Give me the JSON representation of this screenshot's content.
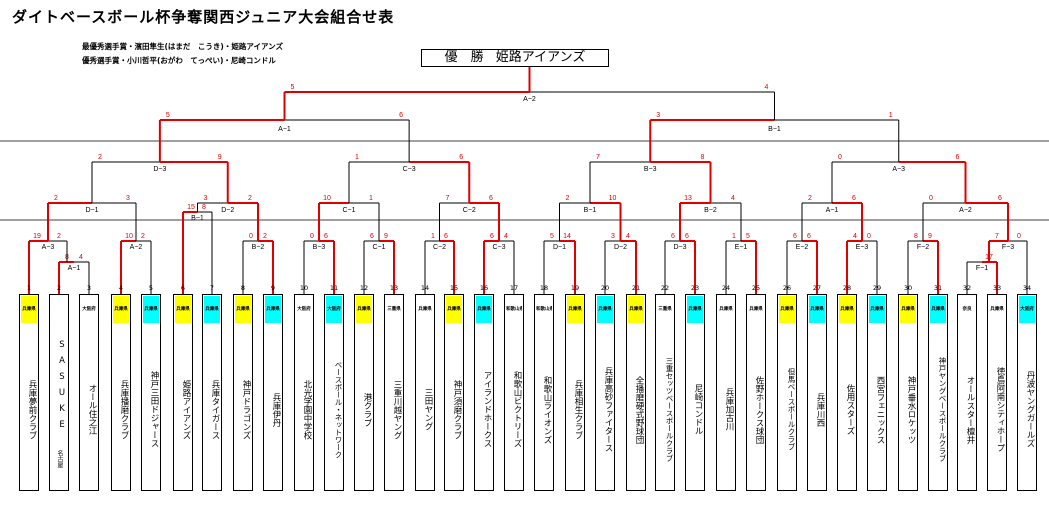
{
  "title": "ダイトベースボール杯争奪関西ジュニア大会組合せ表",
  "awards": [
    "最優秀選手賞・濱田隼生(はまだ　こうき)・姫路アイアンズ",
    "優秀選手賞・小川哲平(おがわ　てっぺい)・尼崎コンドル"
  ],
  "champion": {
    "label": "優　勝",
    "team": "姫路アイアンズ"
  },
  "matches": [
    {
      "id": "final",
      "label": "A−2",
      "scores": [
        "5",
        "4"
      ]
    },
    {
      "id": "sfL",
      "label": "A−1",
      "scores": [
        "5",
        "6"
      ]
    },
    {
      "id": "sfR",
      "label": "B−1",
      "scores": [
        "3",
        "1"
      ]
    },
    {
      "id": "qf1",
      "label": "D−3",
      "scores": [
        "2",
        "9"
      ]
    },
    {
      "id": "qf2",
      "label": "C−3",
      "scores": [
        "1",
        "6"
      ]
    },
    {
      "id": "qf3",
      "label": "B−3",
      "scores": [
        "7",
        "8"
      ]
    },
    {
      "id": "qf4",
      "label": "A−3",
      "scores": [
        "0",
        "6"
      ]
    },
    {
      "id": "r16_1",
      "label": "D−1",
      "scores": [
        "2",
        "3"
      ]
    },
    {
      "id": "r16_2",
      "label": "D−2",
      "scores": [
        "3",
        "2"
      ]
    },
    {
      "id": "r16_3",
      "label": "C−1",
      "scores": [
        "10",
        "1"
      ]
    },
    {
      "id": "r16_4",
      "label": "C−2",
      "scores": [
        "7",
        "6"
      ]
    },
    {
      "id": "r16_5",
      "label": "B−1",
      "scores": [
        "2",
        "10"
      ]
    },
    {
      "id": "r16_6",
      "label": "B−2",
      "scores": [
        "13",
        "4"
      ]
    },
    {
      "id": "r16_7",
      "label": "A−1",
      "scores": [
        "2",
        "6"
      ]
    },
    {
      "id": "r16_8",
      "label": "A−2",
      "scores": [
        "0",
        "6"
      ]
    },
    {
      "id": "r32_a3",
      "label": "A−3",
      "scores": [
        "19",
        "2"
      ]
    },
    {
      "id": "r32_a1",
      "label": "A−1",
      "scores": [
        "8",
        "4"
      ]
    },
    {
      "id": "r32_a2",
      "label": "A−2",
      "scores": [
        "10",
        "2"
      ]
    },
    {
      "id": "r32_b1",
      "label": "B−1",
      "scores": [
        "15",
        "8"
      ]
    },
    {
      "id": "r32_b2",
      "label": "B−2",
      "scores": [
        "0",
        "2"
      ]
    },
    {
      "id": "r32_b3",
      "label": "B−3",
      "scores": [
        "0",
        "6"
      ]
    },
    {
      "id": "r32_c1",
      "label": "C−1",
      "scores": [
        "6",
        "9"
      ]
    },
    {
      "id": "r32_c2",
      "label": "C−2",
      "scores": [
        "1",
        "6"
      ]
    },
    {
      "id": "r32_c3",
      "label": "C−3",
      "scores": [
        "6",
        "4"
      ]
    },
    {
      "id": "r32_d1",
      "label": "D−1",
      "scores": [
        "5",
        "14"
      ]
    },
    {
      "id": "r32_d2",
      "label": "D−2",
      "scores": [
        "3",
        "4"
      ]
    },
    {
      "id": "r32_d3",
      "label": "D−3",
      "scores": [
        "6",
        "6"
      ]
    },
    {
      "id": "r32_e1",
      "label": "E−1",
      "scores": [
        "1",
        "5"
      ]
    },
    {
      "id": "r32_e2",
      "label": "E−2",
      "scores": [
        "6",
        "6"
      ]
    },
    {
      "id": "r32_e3",
      "label": "E−3",
      "scores": [
        "4",
        "0"
      ]
    },
    {
      "id": "r32_f2",
      "label": "F−2",
      "scores": [
        "8",
        "9"
      ]
    },
    {
      "id": "r32_f3",
      "label": "F−3",
      "scores": [
        "7",
        "0"
      ]
    },
    {
      "id": "r32_f1",
      "label": "F−1",
      "scores": [
        "",
        "17"
      ]
    }
  ],
  "teams": [
    {
      "no": "1",
      "badge": "兵庫県",
      "badge_color": "yellow",
      "name": "兵庫夢前クラブ"
    },
    {
      "no": "2",
      "badge": "",
      "badge_color": "white",
      "name": "SASUKE",
      "sub": "名古屋"
    },
    {
      "no": "3",
      "badge": "大阪府",
      "badge_color": "white",
      "name": "オール住之江"
    },
    {
      "no": "4",
      "badge": "兵庫県",
      "badge_color": "yellow",
      "name": "兵庫播磨クラブ"
    },
    {
      "no": "5",
      "badge": "兵庫県",
      "badge_color": "cyan",
      "name": "神戸三田ドジャース"
    },
    {
      "no": "6",
      "badge": "兵庫県",
      "badge_color": "yellow",
      "name": "姫路アイアンズ"
    },
    {
      "no": "7",
      "badge": "兵庫県",
      "badge_color": "cyan",
      "name": "兵庫タイガース"
    },
    {
      "no": "8",
      "badge": "兵庫県",
      "badge_color": "yellow",
      "name": "神戸ドラゴンズ"
    },
    {
      "no": "9",
      "badge": "兵庫県",
      "badge_color": "cyan",
      "name": "兵庫伊丹"
    },
    {
      "no": "10",
      "badge": "大阪府",
      "badge_color": "white",
      "name": "北光学園中学校"
    },
    {
      "no": "11",
      "badge": "大阪府",
      "badge_color": "cyan",
      "name": "ベースボール・ネットワーク"
    },
    {
      "no": "12",
      "badge": "兵庫県",
      "badge_color": "yellow",
      "name": "港クラブ"
    },
    {
      "no": "13",
      "badge": "三重県",
      "badge_color": "white",
      "name": "三重川越ヤング"
    },
    {
      "no": "14",
      "badge": "兵庫県",
      "badge_color": "white",
      "name": "三田ヤング"
    },
    {
      "no": "15",
      "badge": "兵庫県",
      "badge_color": "yellow",
      "name": "神戸須磨クラブ"
    },
    {
      "no": "16",
      "badge": "兵庫県",
      "badge_color": "cyan",
      "name": "アイランドホークス"
    },
    {
      "no": "17",
      "badge": "和歌山県",
      "badge_color": "white",
      "name": "和歌山ビクトリーズ"
    },
    {
      "no": "18",
      "badge": "和歌山県",
      "badge_color": "white",
      "name": "和歌山ライオンズ"
    },
    {
      "no": "19",
      "badge": "兵庫県",
      "badge_color": "yellow",
      "name": "兵庫相生クラブ"
    },
    {
      "no": "20",
      "badge": "兵庫県",
      "badge_color": "cyan",
      "name": "兵庫高砂ファイタース"
    },
    {
      "no": "21",
      "badge": "兵庫県",
      "badge_color": "yellow",
      "name": "全播磨硬式野球団"
    },
    {
      "no": "22",
      "badge": "三重県",
      "badge_color": "white",
      "name": "三重セッツベースボールクラブ"
    },
    {
      "no": "23",
      "badge": "兵庫県",
      "badge_color": "cyan",
      "name": "尼崎コンドル"
    },
    {
      "no": "24",
      "badge": "兵庫県",
      "badge_color": "white",
      "name": "兵庫加古川"
    },
    {
      "no": "25",
      "badge": "兵庫県",
      "badge_color": "white",
      "name": "佐野ホークス球団"
    },
    {
      "no": "26",
      "badge": "兵庫県",
      "badge_color": "yellow",
      "name": "但馬ベースボールクラブ"
    },
    {
      "no": "27",
      "badge": "兵庫県",
      "badge_color": "cyan",
      "name": "兵庫川西"
    },
    {
      "no": "28",
      "badge": "兵庫県",
      "badge_color": "yellow",
      "name": "佐用スターズ"
    },
    {
      "no": "29",
      "badge": "兵庫県",
      "badge_color": "cyan",
      "name": "西宮フェニックス"
    },
    {
      "no": "30",
      "badge": "兵庫県",
      "badge_color": "yellow",
      "name": "神戸垂水ロケッツ"
    },
    {
      "no": "31",
      "badge": "兵庫県",
      "badge_color": "cyan",
      "name": "神戸ヤングベースボールクラブ"
    },
    {
      "no": "32",
      "badge": "奈良",
      "badge_color": "white",
      "name": "オールスター檀井"
    },
    {
      "no": "33",
      "badge": "兵庫県",
      "badge_color": "white",
      "name": "徳島阿南シティホープ"
    },
    {
      "no": "34",
      "badge": "大阪府",
      "badge_color": "cyan",
      "name": "丹波ヤングガールズ"
    }
  ]
}
